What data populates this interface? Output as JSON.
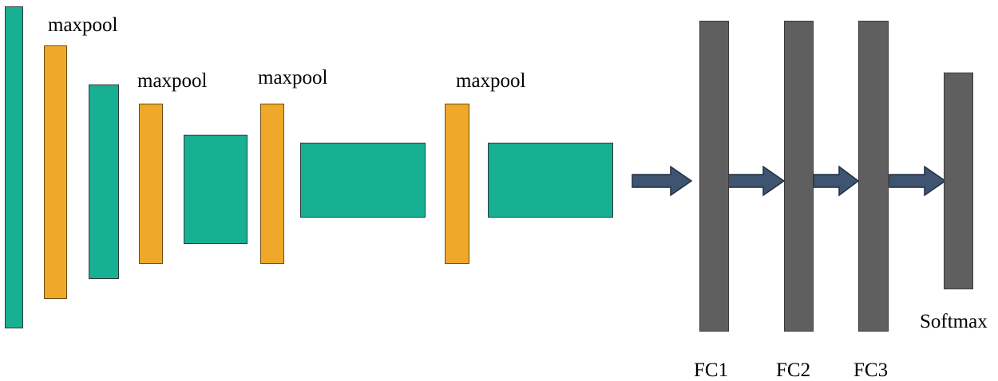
{
  "diagram": {
    "pool_label": "maxpool",
    "fc_labels": [
      "FC1",
      "FC2",
      "FC3"
    ],
    "softmax_label": "Softmax"
  },
  "colors": {
    "conv": "#17b092",
    "pool": "#f0a82a",
    "fc": "#5f5f5f",
    "arrow": "#3e5470"
  },
  "icons": {
    "flow_arrow": "right-arrow-icon"
  }
}
